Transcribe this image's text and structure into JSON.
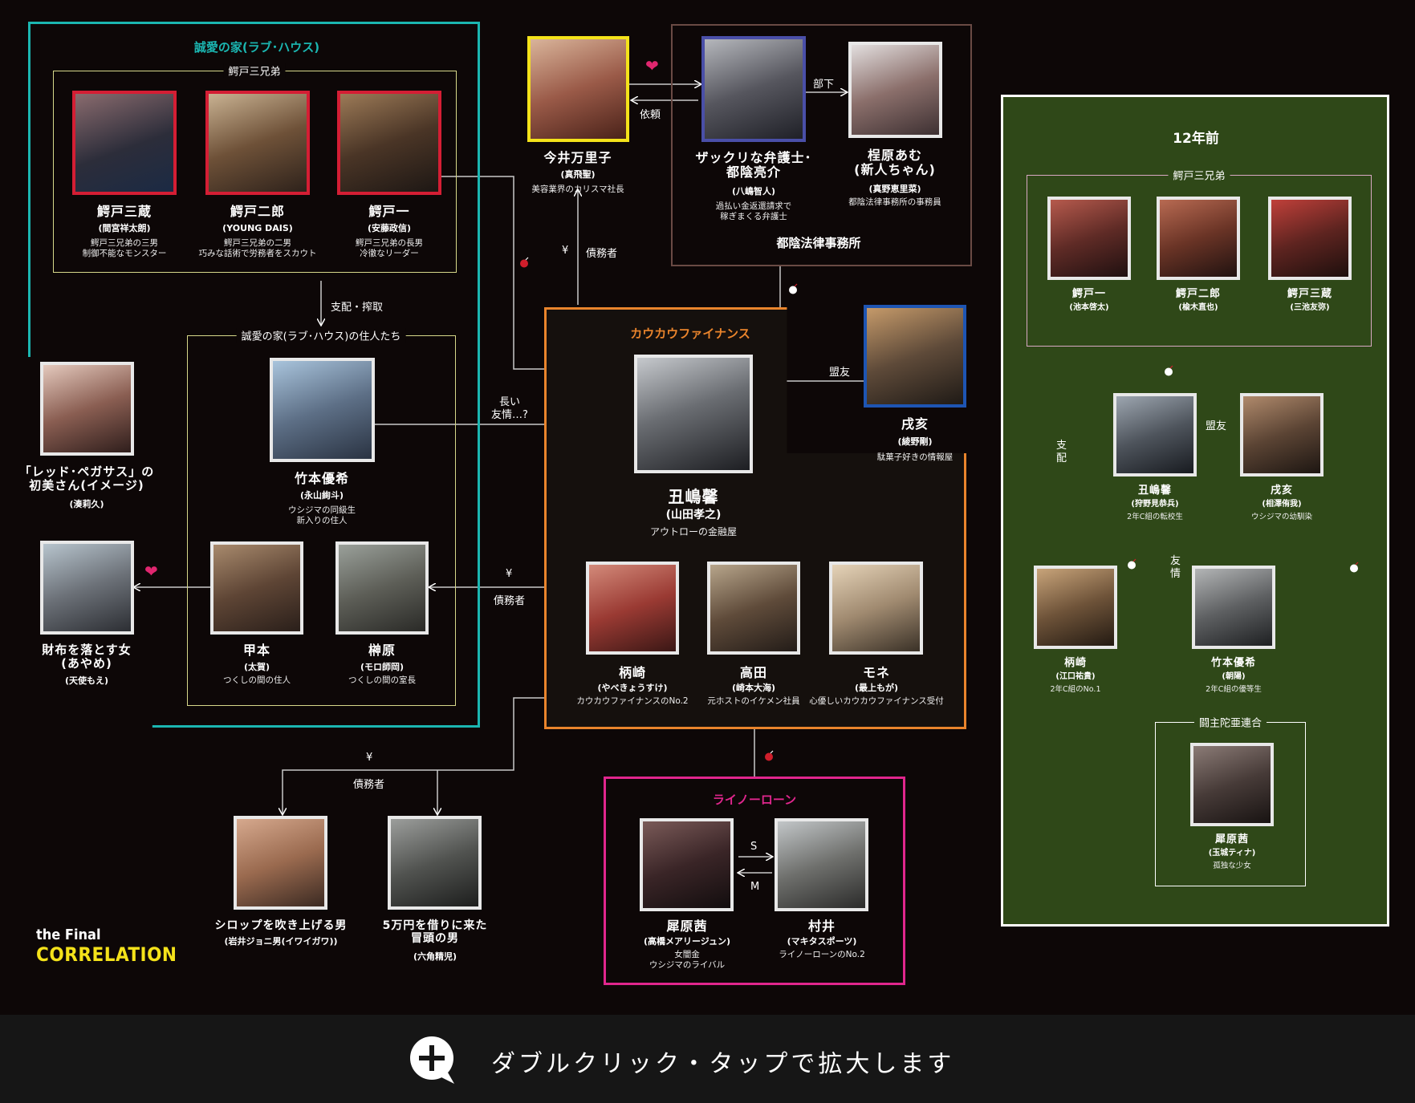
{
  "colors": {
    "teal": "#1bb6b1",
    "orange": "#e9842c",
    "brown": "#6a4a44",
    "yellowline": "#d7d88a",
    "pinkline": "#d9a9c4",
    "magenta": "#e0268d",
    "oliveBg": "#2f4818",
    "heart": "#e0266f",
    "bomb": "#cf1e2b",
    "accentYellow": "#f4e21a",
    "gray": "#c9c9c9"
  },
  "sections": {
    "love_house": "誠愛の家(ラブ･ハウス)",
    "brothers": "鰐戸三兄弟",
    "residents": "誠愛の家(ラブ･ハウス)の住人たち",
    "kaukau": "カウカウファイナンス",
    "law_firm": "都陰法律事務所",
    "rhino": "ライノーローン",
    "twelve": "12年前",
    "brothers_past": "鰐戸三兄弟",
    "gang": "闘主陀亜連合"
  },
  "labels": {
    "shihai_sakushu": "支配・搾取",
    "nagai_yujo_1": "長い",
    "nagai_yujo_2": "友情…?",
    "yen": "¥",
    "saimusha": "債務者",
    "irai": "依頼",
    "buka": "部下",
    "meiyu": "盟友",
    "s": "S",
    "m": "M",
    "shihai_past": "支\n配",
    "yujo_past": "友\n情",
    "meiyu_past": "盟友"
  },
  "people": {
    "sanzo": {
      "name": "鰐戸三蔵",
      "actor": "(間宮祥太朗)",
      "desc": "鰐戸三兄弟の三男\n制御不能なモンスター"
    },
    "jiro": {
      "name": "鰐戸二郎",
      "actor": "(YOUNG DAIS)",
      "desc": "鰐戸三兄弟の二男\n巧みな話術で労務者をスカウト"
    },
    "ichi": {
      "name": "鰐戸一",
      "actor": "(安藤政信)",
      "desc": "鰐戸三兄弟の長男\n冷徹なリーダー"
    },
    "imai": {
      "name": "今井万里子",
      "actor": "(真飛聖)",
      "desc": "美容業界のカリスマ社長"
    },
    "tokage": {
      "name": "ザックリな弁護士･\n都陰亮介",
      "actor": "(八嶋智人)",
      "desc": "過払い金返還請求で\n稼ぎまくる弁護士"
    },
    "shinbara": {
      "name": "桯原あむ\n(新人ちゃん)",
      "actor": "(真野恵里菜)",
      "desc": "都陰法律事務所の事務員"
    },
    "takemoto": {
      "name": "竹本優希",
      "actor": "(永山絢斗)",
      "desc": "ウシジマの同級生\n新入りの住人"
    },
    "koumoto": {
      "name": "甲本",
      "actor": "(太賀)",
      "desc": "つくしの間の住人"
    },
    "sakakibara": {
      "name": "榊原",
      "actor": "(モロ師岡)",
      "desc": "つくしの間の室長"
    },
    "hatsumi": {
      "name": "「レッド･ペガサス」の\n初美さん(イメージ)",
      "actor": "(湊莉久)",
      "desc": ""
    },
    "saifu": {
      "name": "財布を落とす女\n(あやめ)",
      "actor": "(天使もえ)",
      "desc": ""
    },
    "ushijima": {
      "name": "丑嶋馨",
      "actor": "(山田孝之)",
      "desc": "アウトローの金融屋"
    },
    "inui": {
      "name": "戌亥",
      "actor": "(綾野剛)",
      "desc": "駄菓子好きの情報屋"
    },
    "kashiwazaki": {
      "name": "柄崎",
      "actor": "(やべきょうすけ)",
      "desc": "カウカウファイナンスのNo.2"
    },
    "takada": {
      "name": "高田",
      "actor": "(崎本大海)",
      "desc": "元ホストのイケメン社員"
    },
    "mone": {
      "name": "モネ",
      "actor": "(最上もが)",
      "desc": "心優しいカウカウファイナンス受付"
    },
    "syrup": {
      "name": "シロップを吹き上げる男",
      "actor": "(岩井ジョニ男(イワイガワ))",
      "desc": ""
    },
    "goman": {
      "name": "5万円を借りに来た\n冒頭の男",
      "actor": "(六角精児)",
      "desc": ""
    },
    "saihara": {
      "name": "犀原茜",
      "actor": "(高橋メアリージュン)",
      "desc": "女闇金\nウシジマのライバル"
    },
    "murai": {
      "name": "村井",
      "actor": "(マキタスポーツ)",
      "desc": "ライノーローンのNo.2"
    },
    "p_ichi": {
      "name": "鰐戸一",
      "actor": "(池本啓太)",
      "desc": ""
    },
    "p_jiro": {
      "name": "鰐戸二郎",
      "actor": "(楡木直也)",
      "desc": ""
    },
    "p_sanzo": {
      "name": "鰐戸三蔵",
      "actor": "(三池友弥)",
      "desc": ""
    },
    "p_ushijima": {
      "name": "丑嶋馨",
      "actor": "(狩野見恭兵)",
      "desc": "2年C組の転校生"
    },
    "p_inui": {
      "name": "戌亥",
      "actor": "(相澤侑我)",
      "desc": "ウシジマの幼馴染"
    },
    "p_kashiwazaki": {
      "name": "柄崎",
      "actor": "(江口祐貴)",
      "desc": "2年C組のNo.1"
    },
    "p_takemoto": {
      "name": "竹本優希",
      "actor": "(朝陽)",
      "desc": "2年C組の優等生"
    },
    "p_saihara": {
      "name": "犀原茜",
      "actor": "(玉城ティナ)",
      "desc": "孤独な少女"
    }
  },
  "logo": {
    "line1": "the Final",
    "line2": "CORRELATION"
  },
  "footer": {
    "text": "ダブルクリック・タップで拡大します"
  }
}
